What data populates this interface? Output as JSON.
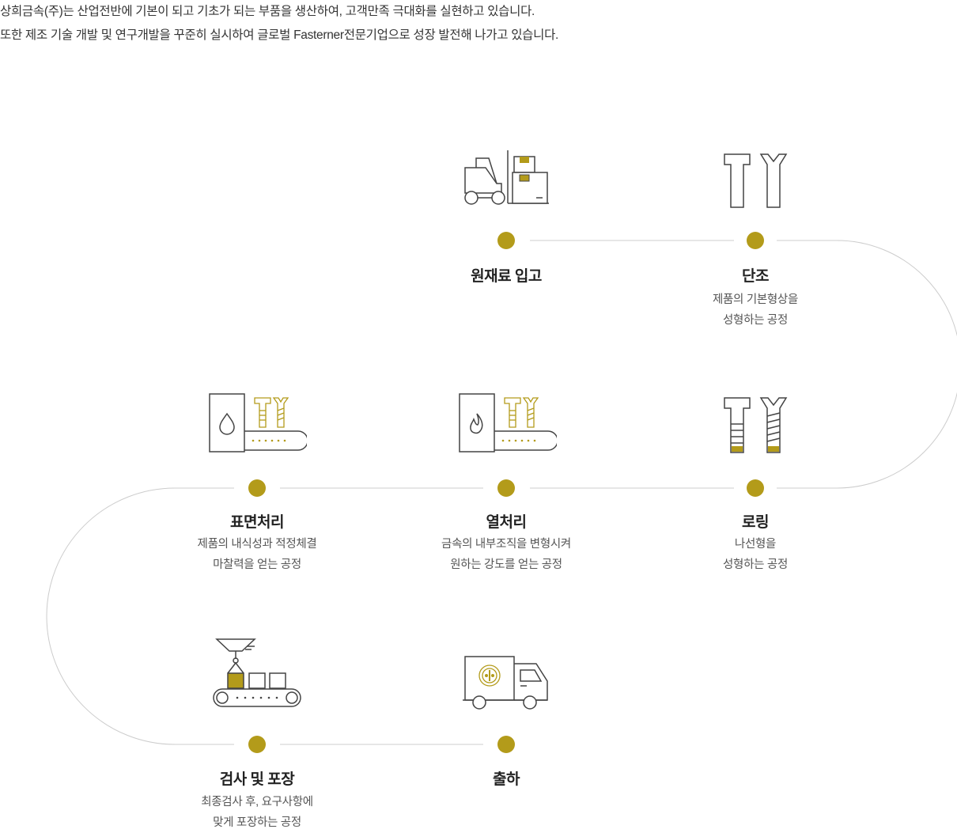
{
  "intro": {
    "line1": "상희금속(주)는 산업전반에 기본이 되고 기초가 되는 부품을 생산하여, 고객만족 극대화를 실현하고 있습니다.",
    "line2": "또한 제조 기술 개발 및 연구개발을 꾸준히 실시하여 글로벌 Fasterner전문기업으로 성장 발전해 나가고 있습니다."
  },
  "colors": {
    "accent": "#b39b1a",
    "line": "#cccccc",
    "icon_stroke": "#444444"
  },
  "steps": [
    {
      "title": "원재료 입고",
      "desc": "",
      "icon": "forklift-icon"
    },
    {
      "title": "단조",
      "desc": "제품의 기본형상을\n성형하는 공정",
      "icon": "bolt-blanks-icon"
    },
    {
      "title": "로링",
      "desc": "나선형을\n성형하는 공정",
      "icon": "threaded-bolts-icon"
    },
    {
      "title": "열처리",
      "desc": "금속의 내부조직을 변형시켜\n원하는 강도를 얻는 공정",
      "icon": "furnace-icon"
    },
    {
      "title": "표면처리",
      "desc": "제품의 내식성과 적정체결\n마찰력을 얻는 공정",
      "icon": "coating-icon"
    },
    {
      "title": "검사 및 포장",
      "desc": "최종검사 후, 요구사항에\n맞게 포장하는 공정",
      "icon": "packing-line-icon"
    },
    {
      "title": "출하",
      "desc": "",
      "icon": "delivery-truck-icon"
    }
  ]
}
